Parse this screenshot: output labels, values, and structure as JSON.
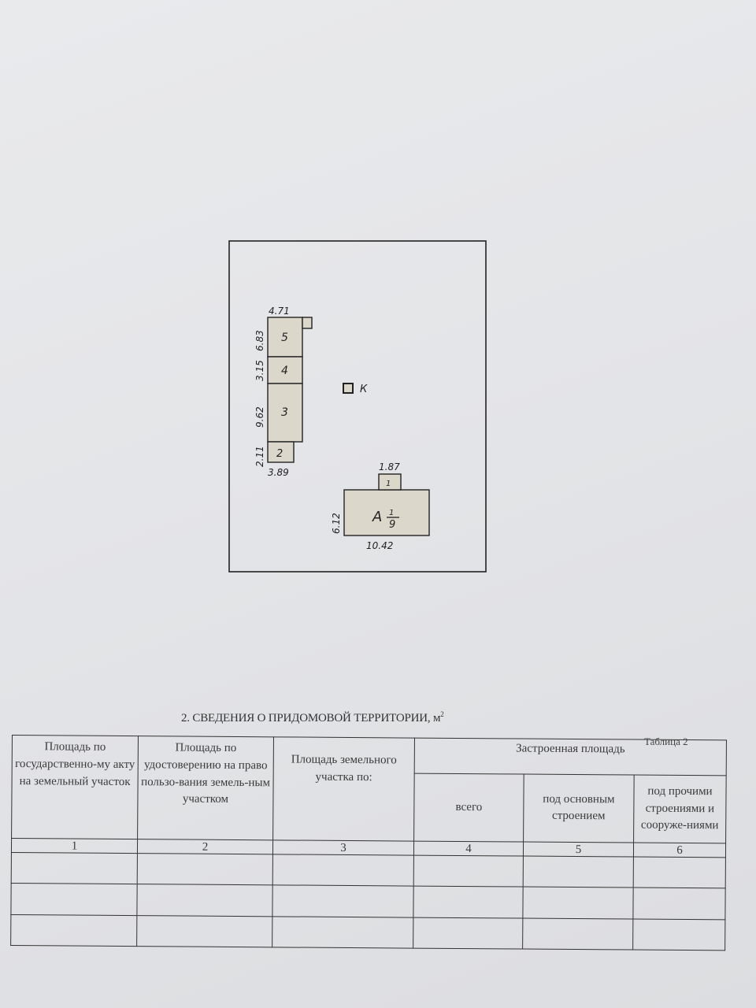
{
  "plan": {
    "left_building": {
      "top_width": "4.71",
      "rooms": [
        {
          "number": "5",
          "length": "6.83"
        },
        {
          "number": "4",
          "length": "3.15"
        },
        {
          "number": "3",
          "length": "9.62"
        },
        {
          "number": "2",
          "length": "2.11"
        }
      ],
      "bottom_width": "3.89"
    },
    "well": {
      "label": "К"
    },
    "main_building": {
      "letter": "А",
      "fraction_top": "1",
      "fraction_bottom": "9",
      "width": "10.42",
      "depth": "6.12",
      "annex": {
        "number": "1",
        "width": "1.87"
      }
    }
  },
  "section": {
    "title": "2. СВЕДЕНИЯ О ПРИДОМОВОЙ ТЕРРИТОРИИ, м",
    "title_sup": "2",
    "table_label": "Таблица 2"
  },
  "table": {
    "headers": {
      "c1": "Площадь по государственно-му акту на земельный участок",
      "c2": "Площадь по удостоверению на право пользо-вания земель-ным участком",
      "c3": "Площадь земельного участка по:",
      "group": "Застроенная площадь",
      "c4": "всего",
      "c5": "под основным строением",
      "c6": "под прочими строениями и сооруже-ниями"
    },
    "numbers": [
      "1",
      "2",
      "3",
      "4",
      "5",
      "6"
    ]
  }
}
